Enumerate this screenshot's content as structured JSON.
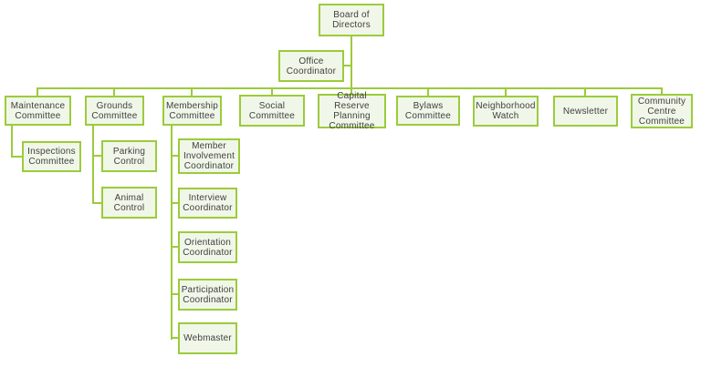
{
  "diagram": {
    "type": "org-chart",
    "colors": {
      "box_fill": "#F0F7E9",
      "box_border": "#9CCB3B",
      "connector": "#9CCB3B",
      "text": "#404040",
      "background": "#FFFFFF"
    },
    "nodes": {
      "board": {
        "label": "Board of Directors",
        "reports_to": null
      },
      "office": {
        "label": "Office Coordinator",
        "reports_to": "Board of Directors"
      },
      "maintenance": {
        "label": "Maintenance Committee",
        "reports_to": "Board of Directors"
      },
      "grounds": {
        "label": "Grounds Committee",
        "reports_to": "Board of Directors"
      },
      "membership": {
        "label": "Membership Committee",
        "reports_to": "Board of Directors"
      },
      "social": {
        "label": "Social Committee",
        "reports_to": "Board of Directors"
      },
      "capital": {
        "label": "Capital Reserve Planning Committee",
        "reports_to": "Board of Directors"
      },
      "bylaws": {
        "label": "Bylaws Committee",
        "reports_to": "Board of Directors"
      },
      "neighborhood": {
        "label": "Neighborhood Watch",
        "reports_to": "Board of Directors"
      },
      "newsletter": {
        "label": "Newsletter",
        "reports_to": "Board of Directors"
      },
      "community": {
        "label": "Community Centre Committee",
        "reports_to": "Board of Directors"
      },
      "inspections": {
        "label": "Inspections Committee",
        "reports_to": "Maintenance Committee"
      },
      "parking": {
        "label": "Parking Control",
        "reports_to": "Grounds Committee"
      },
      "animal": {
        "label": "Animal Control",
        "reports_to": "Grounds Committee"
      },
      "involvement": {
        "label": "Member Involvement Coordinator",
        "reports_to": "Membership Committee"
      },
      "interview": {
        "label": "Interview Coordinator",
        "reports_to": "Membership Committee"
      },
      "orientation": {
        "label": "Orientation Coordinator",
        "reports_to": "Membership Committee"
      },
      "participation": {
        "label": "Participation Coordinator",
        "reports_to": "Membership Committee"
      },
      "webmaster": {
        "label": "Webmaster",
        "reports_to": "Membership Committee"
      }
    }
  }
}
